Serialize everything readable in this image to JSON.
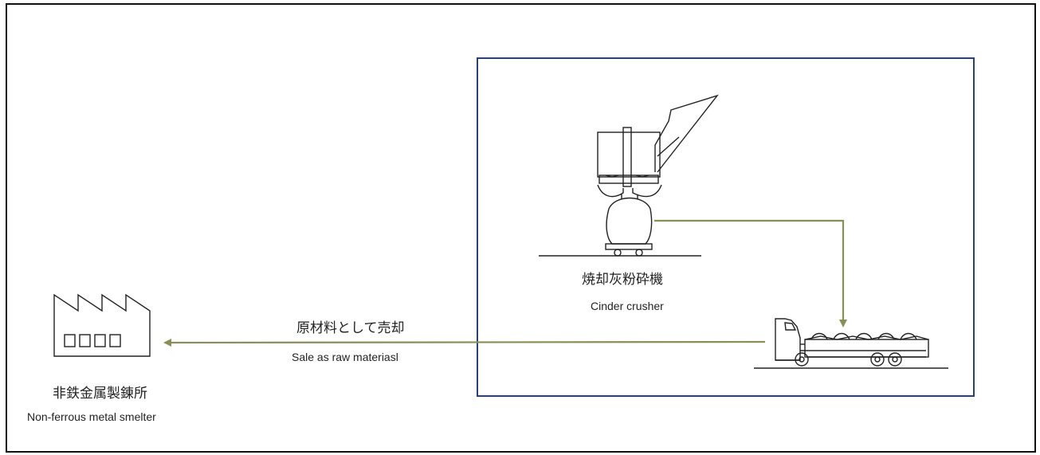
{
  "crusher": {
    "label_jp": "焼却灰粉砕機",
    "label_en": "Cinder crusher"
  },
  "flow": {
    "label_jp": "原材料として売却",
    "label_en": "Sale as raw materiasl"
  },
  "smelter": {
    "label_jp": "非鉄金属製錬所",
    "label_en": "Non-ferrous metal smelter"
  },
  "colors": {
    "outer_border": "#111111",
    "inner_border": "#2a3f73",
    "arrow": "#8a8f58",
    "line": "#222222"
  },
  "icons": {
    "factory": "factory-icon",
    "crusher": "cinder-crusher-icon",
    "truck": "truck-icon"
  }
}
